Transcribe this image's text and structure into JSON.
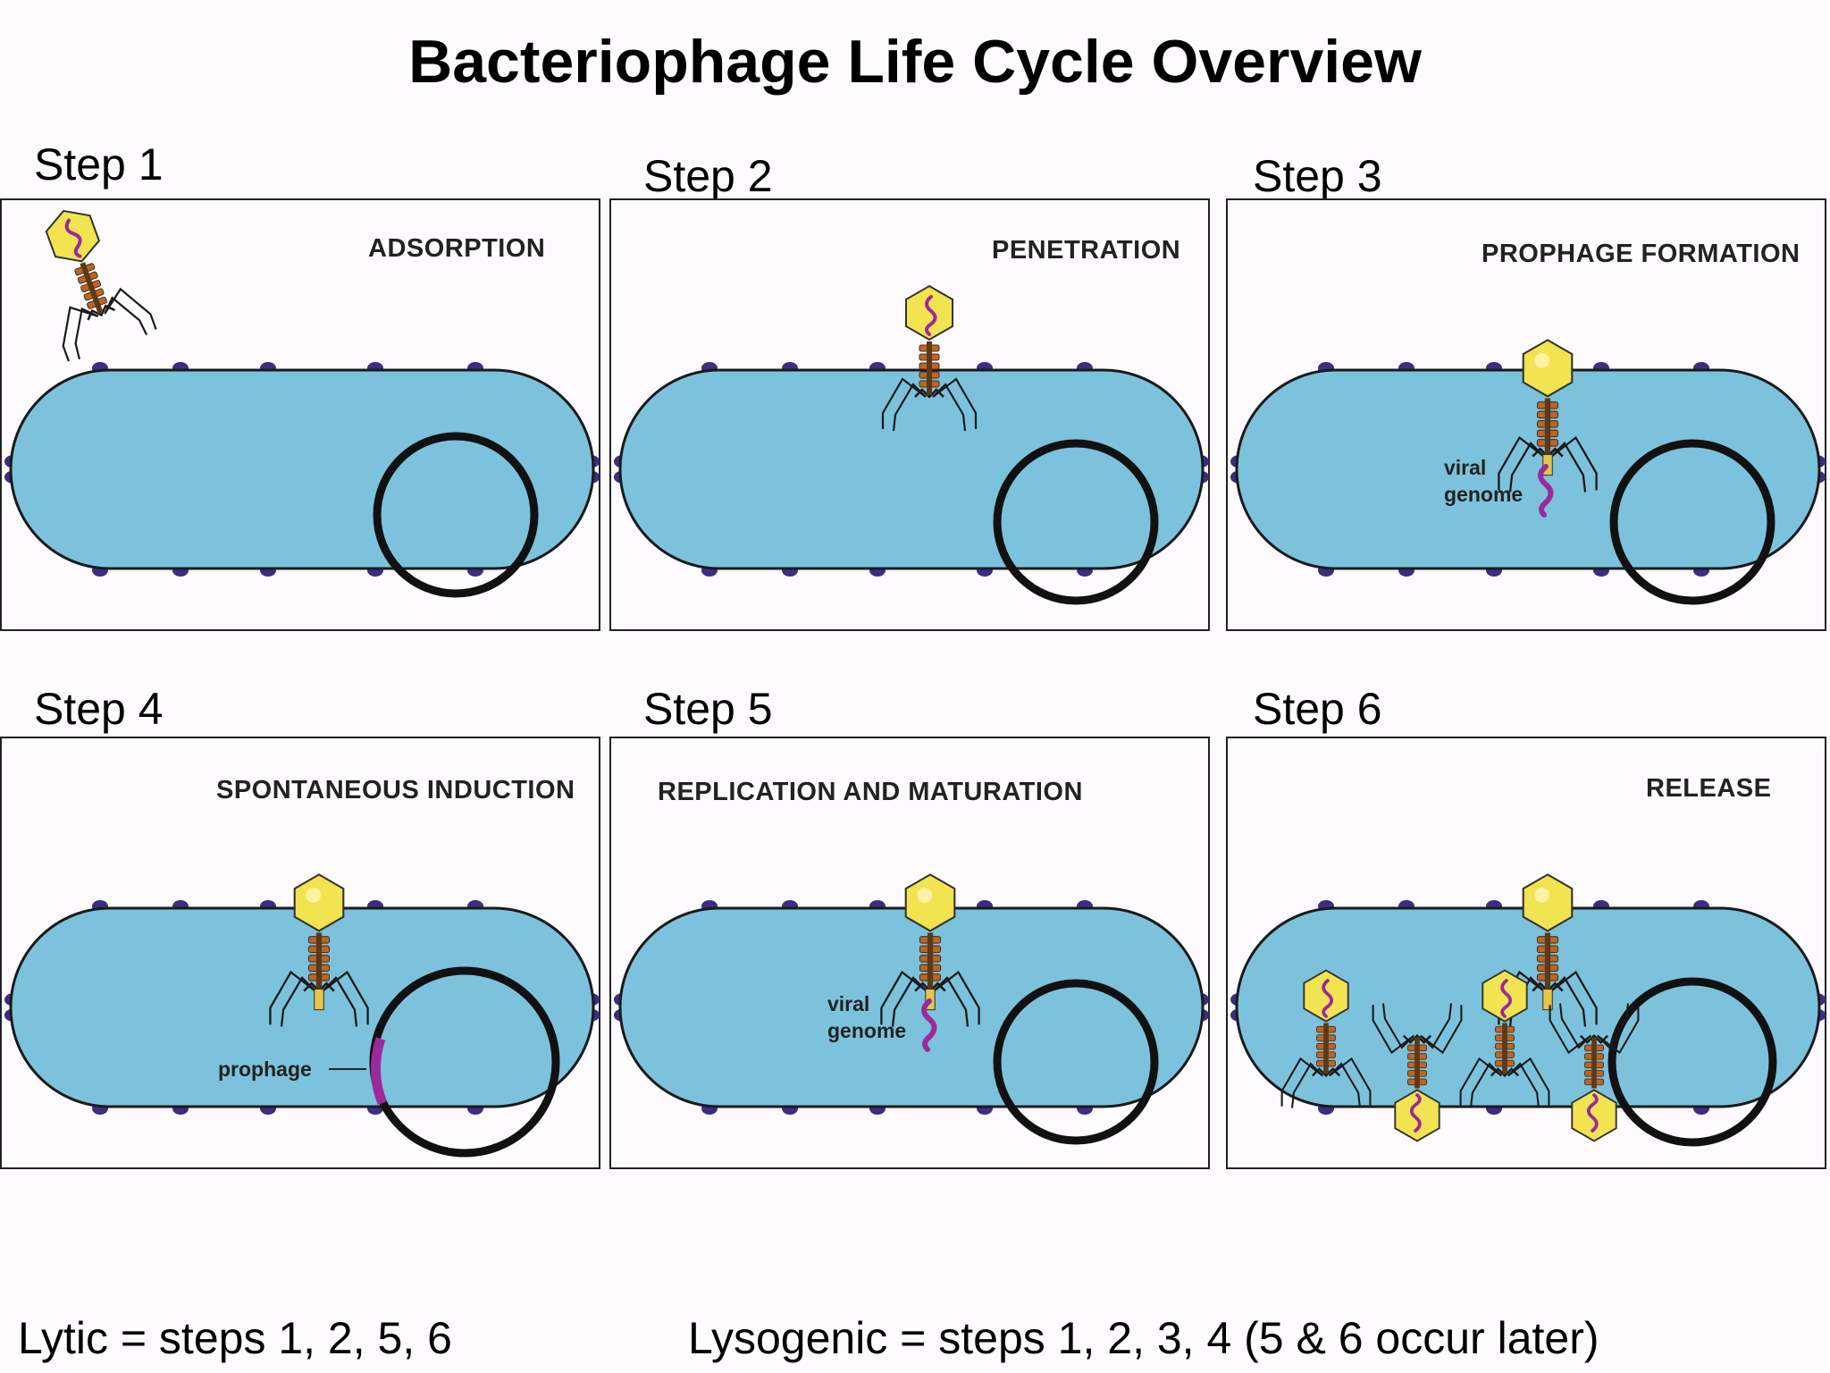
{
  "title": "Bacteriophage Life Cycle Overview",
  "colors": {
    "cell_fill": "#7cc2dc",
    "cell_stroke": "#1a1a1a",
    "dot": "#3c2d82",
    "capsid": "#f2e350",
    "genome": "#9b2a9a",
    "tail": "#c4641a"
  },
  "steps": [
    {
      "label": "Step 1",
      "stage": "ADSORPTION"
    },
    {
      "label": "Step 2",
      "stage": "PENETRATION"
    },
    {
      "label": "Step 3",
      "stage": "PROPHAGE FORMATION",
      "annotation": [
        "viral",
        "genome"
      ]
    },
    {
      "label": "Step 4",
      "stage": "SPONTANEOUS INDUCTION",
      "annotation": [
        "prophage"
      ]
    },
    {
      "label": "Step 5",
      "stage": "REPLICATION AND MATURATION",
      "annotation": [
        "viral",
        "genome"
      ]
    },
    {
      "label": "Step 6",
      "stage": "RELEASE"
    }
  ],
  "notes": {
    "lytic": "Lytic = steps 1, 2, 5, 6",
    "lysogenic": "Lysogenic = steps 1, 2, 3, 4 (5 & 6 occur later)"
  }
}
